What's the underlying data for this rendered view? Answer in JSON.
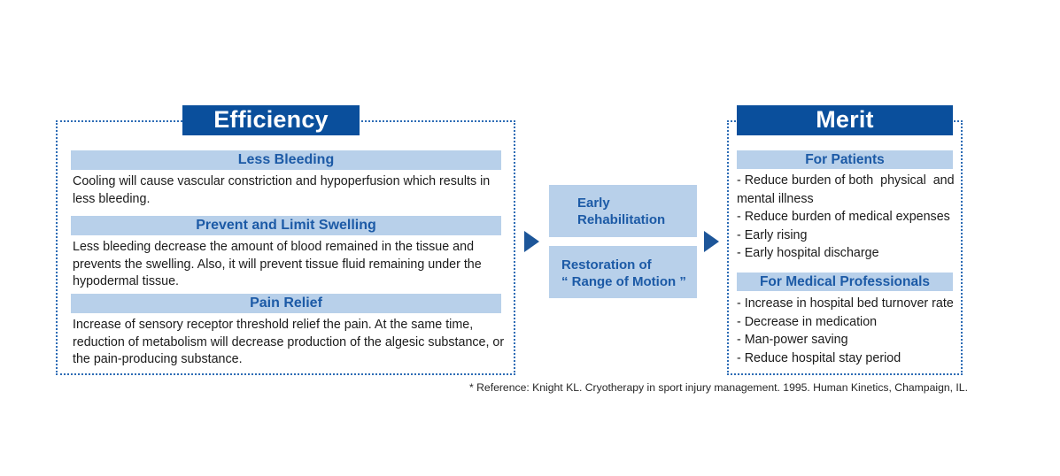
{
  "diagram": {
    "left_panel": {
      "banner_label": "Efficiency",
      "sections": [
        {
          "heading": "Less Bleeding",
          "body": "Cooling will cause vascular constriction and hypoperfusion which results in less bleeding."
        },
        {
          "heading": "Prevent and Limit Swelling",
          "body": "Less bleeding decrease the amount of blood remained in the tissue and prevents the swelling. Also, it will prevent tissue fluid remaining under the hypodermal tissue."
        },
        {
          "heading": "Pain Relief",
          "body": "Increase of sensory receptor threshold relief the pain. At the same time, reduction of metabolism will decrease production of the algesic substance, or the pain-producing substance."
        }
      ]
    },
    "middle_column": {
      "boxes": [
        {
          "line1": "Early",
          "line2": "Rehabilitation"
        },
        {
          "line1": "Restoration of",
          "line2": "“ Range of Motion ”"
        }
      ],
      "arrows": [
        {
          "name": "arrow-left-to-mid",
          "direction": "right"
        },
        {
          "name": "arrow-mid-to-right",
          "direction": "right"
        }
      ]
    },
    "right_panel": {
      "banner_label": "Merit",
      "groups": [
        {
          "heading": "For Patients",
          "items": [
            "- Reduce burden of both  physical  and mental illness",
            "- Reduce burden of medical expenses",
            "- Early rising",
            "- Early hospital discharge"
          ]
        },
        {
          "heading": "For Medical Professionals",
          "items": [
            "- Increase in hospital bed turnover rate",
            "- Decrease in medication",
            "- Man-power saving",
            "- Reduce hospital stay period"
          ]
        }
      ]
    },
    "footnote": "* Reference: Knight KL. Cryotherapy in sport injury management. 1995. Human Kinetics, Champaign, IL.",
    "colors": {
      "banner_blue": "#0a4f9c",
      "light_blue": "#b8d0ea",
      "heading_text_blue": "#1c5aa6",
      "dotted_border_blue": "#2d6cb5",
      "arrow_blue": "#1d5699",
      "body_text": "#1b1b1b"
    }
  }
}
